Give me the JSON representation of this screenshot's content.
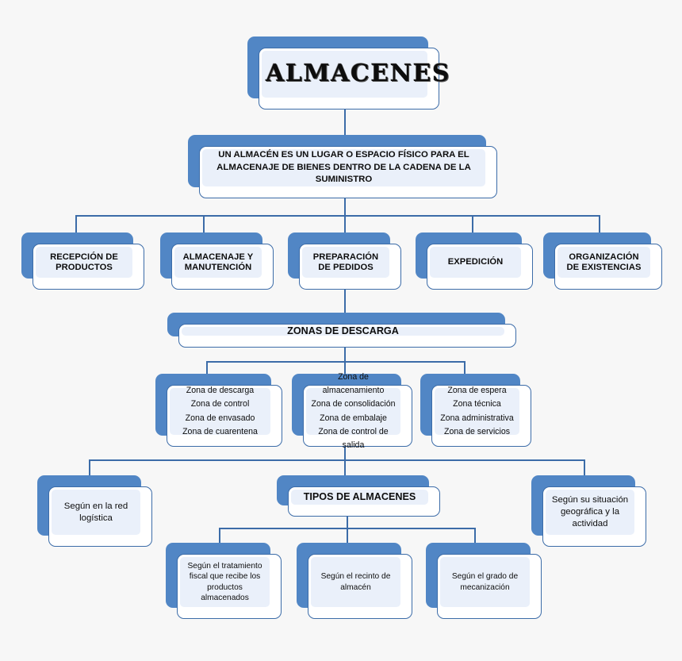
{
  "diagram": {
    "background_color": "#f7f7f7",
    "node_fill_color": "#5186c5",
    "node_border_color": "#3c6ca8",
    "node_panel_color": "#eaf0fa",
    "connector_color": "#3c6ca8",
    "title": "ALMACENES",
    "definition": "UN ALMACÉN ES UN LUGAR O ESPACIO FÍSICO PARA EL ALMACENAJE DE BIENES DENTRO DE LA CADENA DE LA SUMINISTRO",
    "functions": [
      "RECEPCIÓN DE PRODUCTOS",
      "ALMACENAJE Y MANUTENCIÓN",
      "PREPARACIÓN DE PEDIDOS",
      "EXPEDICIÓN",
      "ORGANIZACIÓN DE EXISTENCIAS"
    ],
    "zones_banner": "ZONAS DE DESCARGA",
    "zone_groups": [
      {
        "items": [
          "Zona de descarga",
          "Zona de control",
          "Zona de envasado",
          "Zona de cuarentena"
        ]
      },
      {
        "items": [
          "Zona de almacenamiento",
          "Zona de consolidación",
          "Zona de embalaje",
          "Zona de control de salida"
        ]
      },
      {
        "items": [
          "Zona de espera",
          "Zona técnica",
          "Zona administrativa",
          "Zona de servicios"
        ]
      }
    ],
    "types_banner": "TIPOS DE ALMACENES",
    "criteria_left": "Según  en la red logística",
    "criteria_right": "Según su situación geográfica  y la actividad",
    "criteria_children": [
      "Según el tratamiento fiscal que recibe los productos almacenados",
      "Según el recinto de almacén",
      "Según el grado de mecanización"
    ]
  }
}
